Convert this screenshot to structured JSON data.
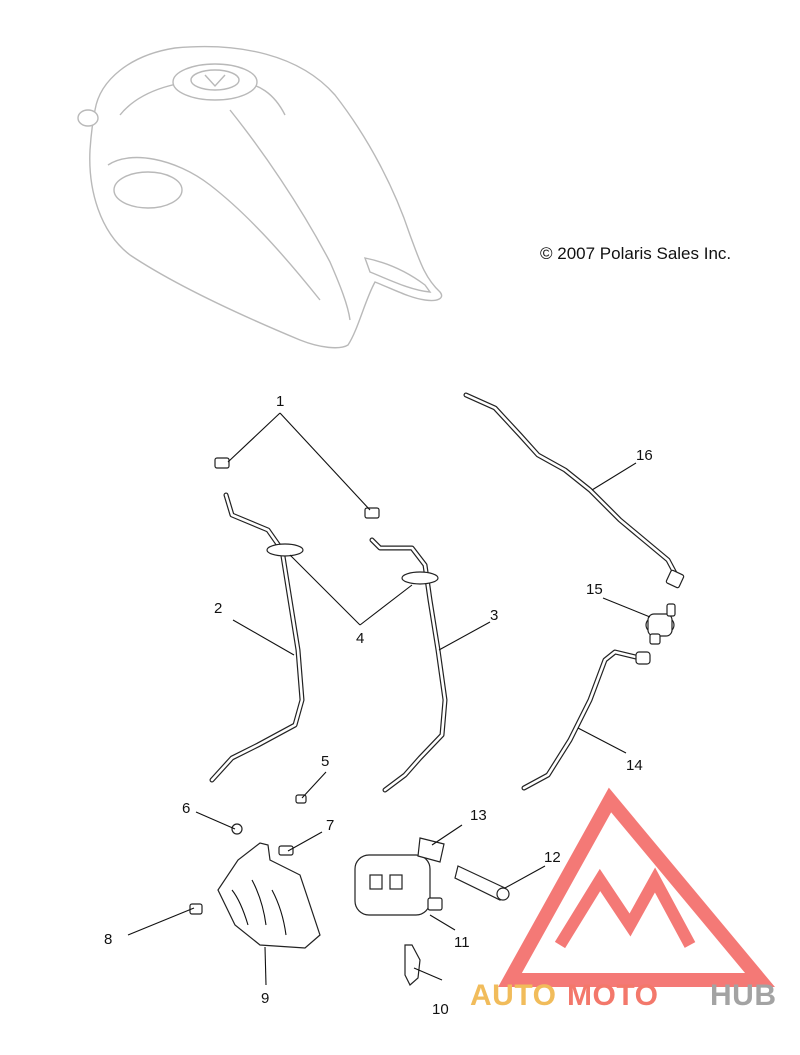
{
  "copyright": "© 2007 Polaris Sales Inc.",
  "callouts": [
    "1",
    "2",
    "3",
    "4",
    "5",
    "6",
    "7",
    "8",
    "9",
    "10",
    "11",
    "12",
    "13",
    "14",
    "15",
    "16"
  ],
  "watermark": {
    "part1": "AUTO",
    "part2": "MOTO",
    "part3": "HUB",
    "colors": {
      "part1": "#f0b54a",
      "part2": "#f26a5c",
      "part3": "#9a9a9a",
      "triangle": "#f36b68"
    }
  },
  "colors": {
    "tank_outline": "#b9b9b9",
    "line_art": "#222222"
  }
}
